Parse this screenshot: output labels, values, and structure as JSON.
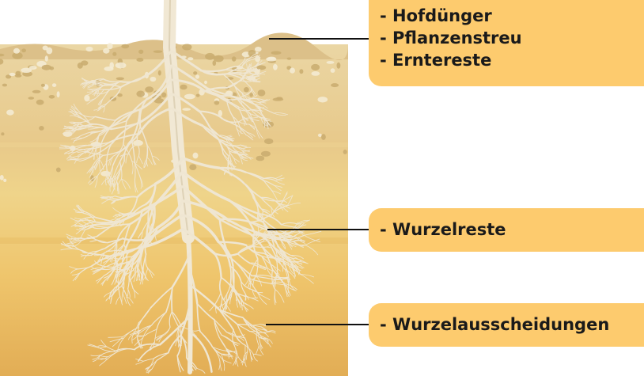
{
  "labels": {
    "top": [
      "- Hofdünger",
      "- Pflanzenstreu",
      "- Erntereste"
    ],
    "middle": "- Wurzelreste",
    "bottom": "- Wurzelausscheidungen"
  },
  "colors": {
    "callout_background": "#fdcb6e",
    "leader_line": "#111111",
    "topsoil": "#e7c27a",
    "subsoil": "#f0cf7a",
    "deep_soil": "#e7b45a",
    "root": "#efe6d2"
  }
}
